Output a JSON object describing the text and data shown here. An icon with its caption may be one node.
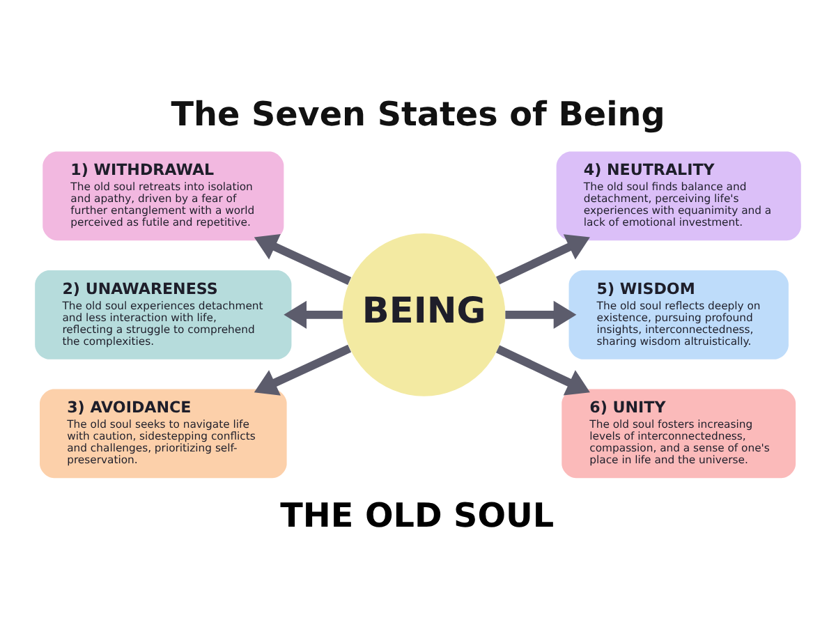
{
  "diagram": {
    "title": "The Seven States of Being",
    "caption": "THE OLD SOUL",
    "nodes": [
      {
        "text": [
          "1) WITHDRAWAL",
          "The old soul retreats into isolation and apathy, driven by a fear of further entanglement with a world perceived as futile and repetitive."
        ]
      },
      {
        "text": [
          "4) NEUTRALITY",
          "The old soul finds balance and detachment, perceiving life's experiences with equanimity and a lack of emotional investment."
        ]
      },
      {
        "text": [
          "2) UNAWARENESS",
          "The old soul experiences detachment and less interaction with life, reflecting a struggle to comprehend the complexities."
        ]
      },
      {
        "text": [
          "BEING"
        ]
      },
      {
        "text": [
          "5) WISDOM",
          "The old soul reflects deeply on existence, pursuing profound insights, interconnectedness, sharing wisdom altruistically."
        ]
      },
      {
        "text": [
          "3) AVOIDANCE",
          "The old soul seeks to navigate life with caution, sidestepping conflicts and challenges, prioritizing self-preservation."
        ]
      },
      {
        "text": [
          "6) UNITY",
          "The old soul fosters increasing levels of interconnectedness, compassion, and a sense of one's place in life and the universe."
        ]
      }
    ],
    "edges": [
      {
        "from": 3,
        "to": 0,
        "arrow": "to"
      },
      {
        "from": 3,
        "to": 1,
        "arrow": "to"
      },
      {
        "from": 3,
        "to": 2,
        "arrow": "to"
      },
      {
        "from": 3,
        "to": 4,
        "arrow": "to"
      },
      {
        "from": 3,
        "to": 5,
        "arrow": "to"
      },
      {
        "from": 3,
        "to": 6,
        "arrow": "to"
      }
    ]
  }
}
